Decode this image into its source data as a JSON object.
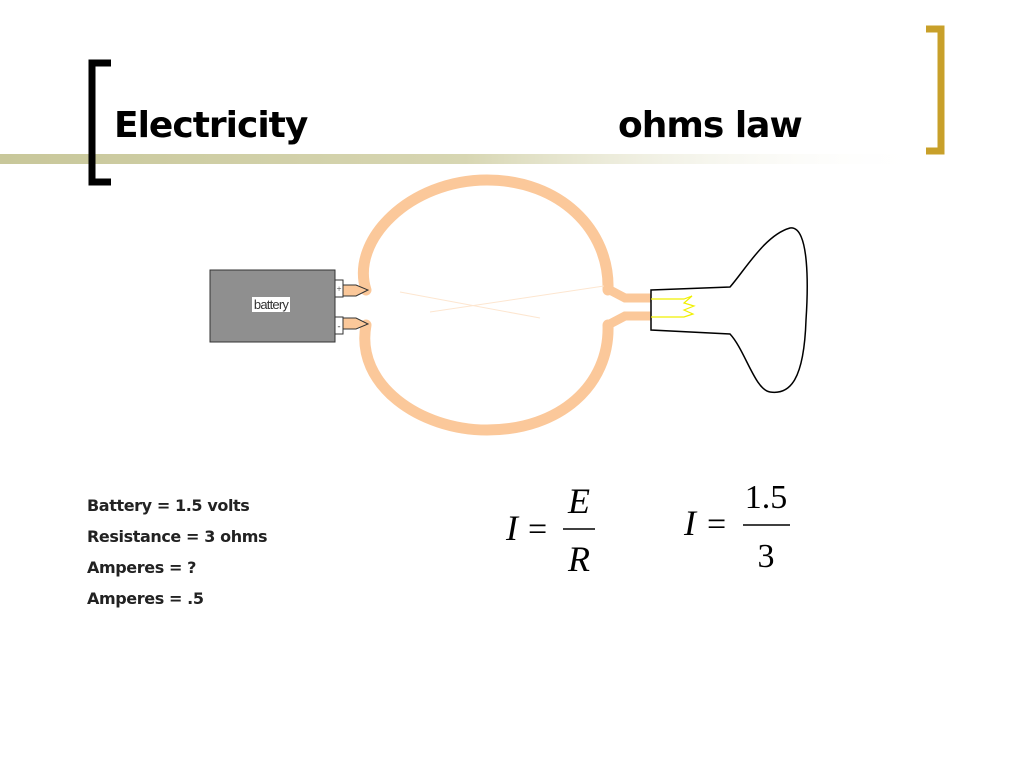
{
  "slide": {
    "title": "Electricity",
    "subtitle": "ohms law"
  },
  "diagram": {
    "battery_label": "battery",
    "positive_symbol": "+",
    "negative_symbol": "-"
  },
  "facts": [
    "Battery = 1.5 volts",
    "Resistance = 3 ohms",
    "Amperes = ?",
    "Amperes = .5"
  ],
  "formula_general": {
    "lhs": "I",
    "eq": "=",
    "numerator": "E",
    "denominator": "R"
  },
  "formula_specific": {
    "lhs": "I",
    "eq": "=",
    "numerator": "1.5",
    "denominator": "3"
  },
  "colors": {
    "bracket_left": "#000000",
    "bracket_right": "#c8a02a",
    "title_rule": "#c8c79a",
    "wire": "#fbc89a",
    "battery_fill": "#8f8f8f",
    "filament": "#f0f000"
  }
}
